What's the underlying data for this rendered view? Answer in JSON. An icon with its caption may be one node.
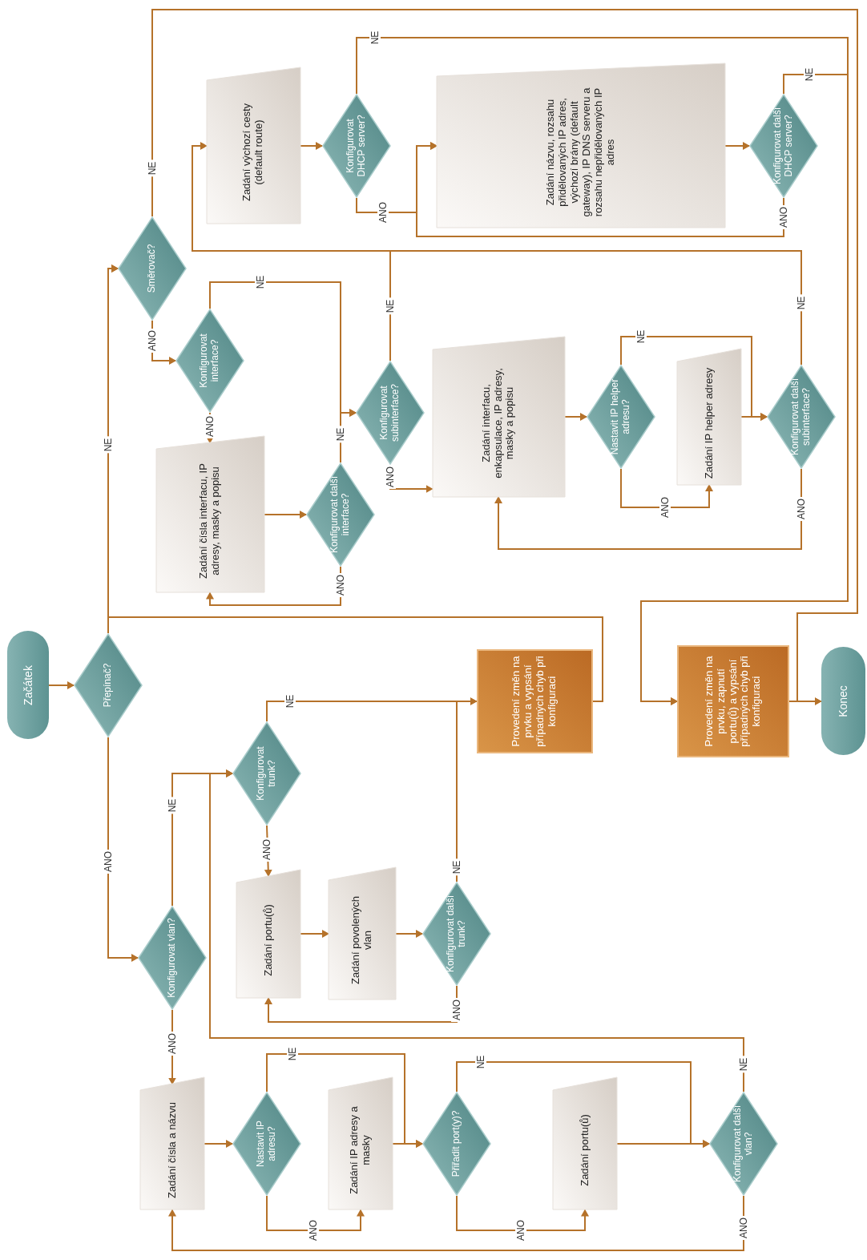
{
  "diagram": {
    "nodes": [
      {
        "text": [
          "Začátek"
        ]
      },
      {
        "text": [
          "Přepínač?"
        ]
      },
      {
        "text": [
          "Konfigurovat vlan?"
        ]
      },
      {
        "text": [
          "Zadání čísla a názvu"
        ]
      },
      {
        "text": [
          "Nastavit IP adresu?"
        ]
      },
      {
        "text": [
          "Zadání IP adresy a masky"
        ]
      },
      {
        "text": [
          "Přiřadit port(y)?"
        ]
      },
      {
        "text": [
          "Zadání portu(ů)"
        ]
      },
      {
        "text": [
          "Konfigurovat další vlan?"
        ]
      },
      {
        "text": [
          "Konfigurovat trunk?"
        ]
      },
      {
        "text": [
          "Zadání portu(ů)"
        ]
      },
      {
        "text": [
          "Zadání povolených vlan"
        ]
      },
      {
        "text": [
          "Konfigurovat další trunk?"
        ]
      },
      {
        "text": [
          "Provedení změn na prvku a vypsání případných chyb při konfiguraci"
        ]
      },
      {
        "text": [
          "Směrovač?"
        ]
      },
      {
        "text": [
          "Konfigurovat interface?"
        ]
      },
      {
        "text": [
          "Zadání čísla interfacu, IP adresy, masky a popisu"
        ]
      },
      {
        "text": [
          "Konfigurovat další interface?"
        ]
      },
      {
        "text": [
          "Konfigurovat subinterface?"
        ]
      },
      {
        "text": [
          "Zadání interfacu, enkapsulace, IP adresy, masky a popisu"
        ]
      },
      {
        "text": [
          "Nastavit IP helper adresu?"
        ]
      },
      {
        "text": [
          "Zadání IP helper adresy"
        ]
      },
      {
        "text": [
          "Konfigurovat další subinterface?"
        ]
      },
      {
        "text": [
          "Zadání výchozí cesty (default route)"
        ]
      },
      {
        "text": [
          "Konfigurovat DHCP server?"
        ]
      },
      {
        "text": [
          "Zadání názvu, rozsahu přidělovaných IP adres, výchozí brány (default gateway), IP DNS serveru a rozsahu nepřidělovaných IP adres"
        ]
      },
      {
        "text": [
          "Konfigurovat další DHCP server?"
        ]
      },
      {
        "text": [
          "Provedení změn na prvku, zapnutí portu(ů) a vypsání případných chyb při konfiguraci"
        ]
      },
      {
        "text": [
          "Konec"
        ]
      }
    ],
    "edges": [
      {
        "from": 0,
        "to": 1,
        "arrow": "to"
      },
      {
        "from": 1,
        "to": 2,
        "arrow": "to",
        "label": "ANO"
      },
      {
        "from": 1,
        "to": 14,
        "arrow": "to",
        "label": "NE"
      },
      {
        "from": 2,
        "to": 3,
        "arrow": "to",
        "label": "ANO"
      },
      {
        "from": 2,
        "to": 9,
        "arrow": "to",
        "label": "NE"
      },
      {
        "from": 3,
        "to": 4,
        "arrow": "to"
      },
      {
        "from": 4,
        "to": 5,
        "arrow": "to",
        "label": "ANO"
      },
      {
        "from": 4,
        "to": 6,
        "arrow": "to",
        "label": "NE"
      },
      {
        "from": 5,
        "to": 6,
        "arrow": "to"
      },
      {
        "from": 6,
        "to": 7,
        "arrow": "to",
        "label": "ANO"
      },
      {
        "from": 6,
        "to": 8,
        "arrow": "to",
        "label": "NE"
      },
      {
        "from": 7,
        "to": 8,
        "arrow": "to"
      },
      {
        "from": 8,
        "to": 3,
        "arrow": "to",
        "label": "ANO"
      },
      {
        "from": 8,
        "to": 9,
        "arrow": "to",
        "label": "NE"
      },
      {
        "from": 9,
        "to": 10,
        "arrow": "to",
        "label": "ANO"
      },
      {
        "from": 9,
        "to": 13,
        "arrow": "to",
        "label": "NE"
      },
      {
        "from": 10,
        "to": 11,
        "arrow": "to"
      },
      {
        "from": 11,
        "to": 12,
        "arrow": "to"
      },
      {
        "from": 12,
        "to": 10,
        "arrow": "to",
        "label": "ANO"
      },
      {
        "from": 12,
        "to": 13,
        "arrow": "to",
        "label": "NE"
      },
      {
        "from": 13,
        "to": 14,
        "arrow": "to"
      },
      {
        "from": 14,
        "to": 15,
        "arrow": "to",
        "label": "ANO"
      },
      {
        "from": 14,
        "to": 28,
        "arrow": "to",
        "label": "NE"
      },
      {
        "from": 15,
        "to": 16,
        "arrow": "to",
        "label": "ANO"
      },
      {
        "from": 15,
        "to": 18,
        "arrow": "to",
        "label": "NE"
      },
      {
        "from": 16,
        "to": 17,
        "arrow": "to"
      },
      {
        "from": 17,
        "to": 16,
        "arrow": "to",
        "label": "ANO"
      },
      {
        "from": 17,
        "to": 18,
        "arrow": "to",
        "label": "NE"
      },
      {
        "from": 18,
        "to": 19,
        "arrow": "to",
        "label": "ANO"
      },
      {
        "from": 18,
        "to": 23,
        "arrow": "to",
        "label": "NE"
      },
      {
        "from": 19,
        "to": 20,
        "arrow": "to"
      },
      {
        "from": 20,
        "to": 21,
        "arrow": "to",
        "label": "ANO"
      },
      {
        "from": 20,
        "to": 22,
        "arrow": "to",
        "label": "NE"
      },
      {
        "from": 21,
        "to": 22,
        "arrow": "to"
      },
      {
        "from": 22,
        "to": 19,
        "arrow": "to",
        "label": "ANO"
      },
      {
        "from": 22,
        "to": 23,
        "arrow": "to",
        "label": "NE"
      },
      {
        "from": 23,
        "to": 24,
        "arrow": "to"
      },
      {
        "from": 24,
        "to": 25,
        "arrow": "to",
        "label": "ANO"
      },
      {
        "from": 24,
        "to": 27,
        "arrow": "to",
        "label": "NE"
      },
      {
        "from": 25,
        "to": 26,
        "arrow": "to"
      },
      {
        "from": 26,
        "to": 25,
        "arrow": "to",
        "label": "ANO"
      },
      {
        "from": 26,
        "to": 27,
        "arrow": "to",
        "label": "NE"
      },
      {
        "from": 27,
        "to": 28,
        "arrow": "to"
      }
    ]
  }
}
